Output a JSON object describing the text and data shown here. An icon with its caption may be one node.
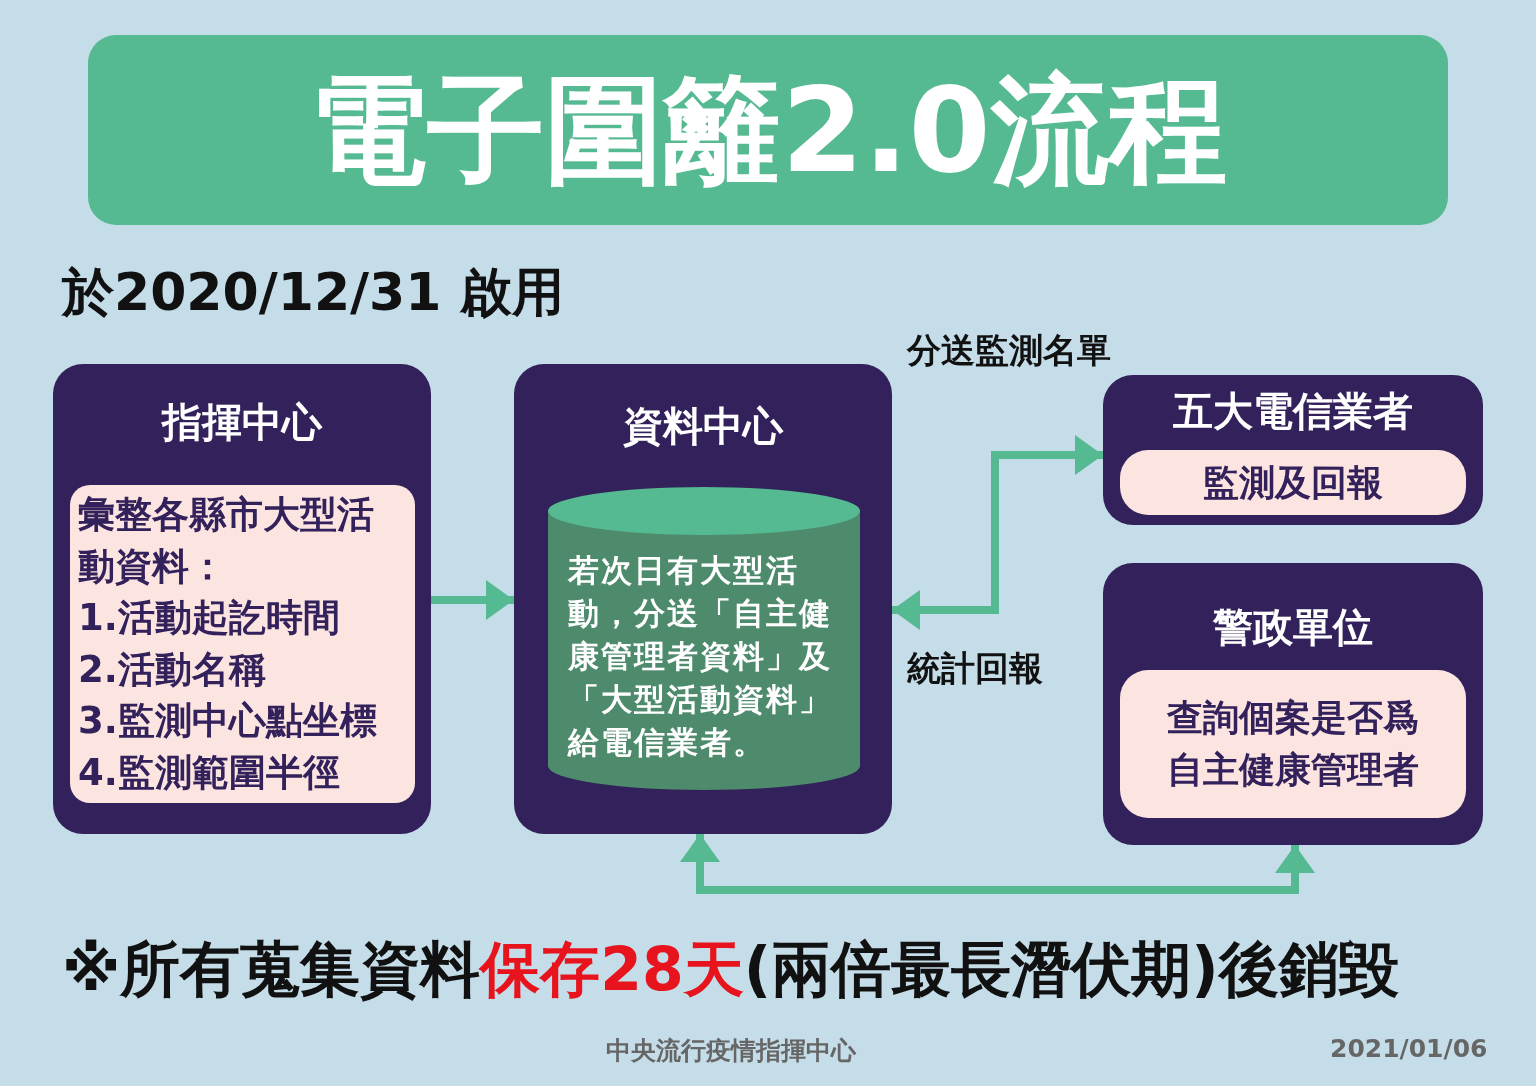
{
  "diagram": {
    "title": "電子圍籬2.0流程",
    "caption": "中央流行疫情指揮中心",
    "nodes": [
      {
        "text": [
          "指揮中心"
        ]
      },
      {
        "text": [
          "彙整各縣市大型活動資料：",
          "1.活動起訖時間",
          "2.活動名稱",
          "3.監測中心點坐標",
          "4.監測範圍半徑"
        ],
        "in": 0
      },
      {
        "text": [
          "資料中心"
        ]
      },
      {
        "text": [
          "若次日有大型活動，分送「自主健康管理者資料」及「大型活動資料」給電信業者。"
        ],
        "in": 2
      },
      {
        "text": [
          "五大電信業者"
        ]
      },
      {
        "text": [
          "監測及回報"
        ],
        "in": 4
      },
      {
        "text": [
          "警政單位"
        ]
      },
      {
        "text": [
          "查詢個案是否爲自主健康管理者"
        ],
        "in": 6
      }
    ],
    "edges": [
      {
        "from": 0,
        "to": 2,
        "arrow": "to"
      },
      {
        "from": 2,
        "to": 4,
        "arrow": "both"
      },
      {
        "from": 2,
        "to": 6,
        "arrow": "both"
      }
    ],
    "labels": [
      "於2020/12/31 啟用",
      "分送監測名單",
      "統計回報",
      "※所有蒐集資料**保存28天**(兩倍最長潛伏期)後銷毀",
      "2021/01/06"
    ]
  }
}
